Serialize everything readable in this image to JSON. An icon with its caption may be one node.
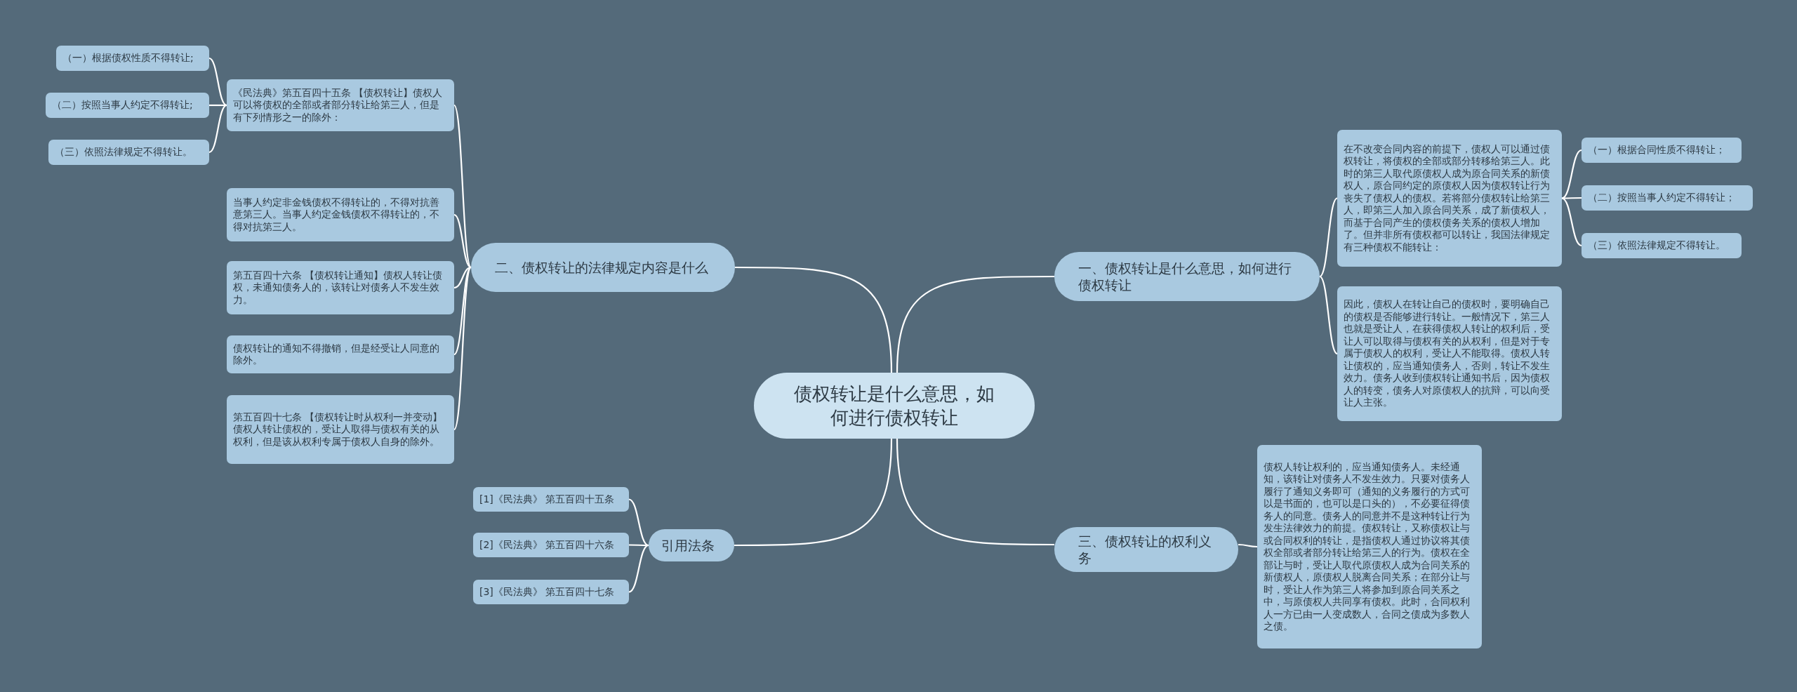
{
  "diagram": {
    "nodes": [
      {
        "text": [
          "债权转让是什么意思，如何进行债权转让"
        ]
      },
      {
        "text": [
          "一、债权转让是什么意思，如何进行债权转让"
        ]
      },
      {
        "text": [
          "在不改变合同内容的前提下，债权人可以通过债权转让，将债权的全部或部分转移给第三人。此时的第三人取代原债权人成为原合同关系的新债权人，原合同约定的原债权人因为债权转让行为丧失了债权人的债权。若将部分债权转让给第三人，即第三人加入原合同关系，成了新债权人，而基于合同产生的债权债务关系的债权人增加了。但并非所有债权都可以转让，我国法律规定有三种债权不能转让："
        ]
      },
      {
        "text": [
          "（一）根据合同性质不得转让；"
        ]
      },
      {
        "text": [
          "（二）按照当事人约定不得转让；"
        ]
      },
      {
        "text": [
          "（三）依照法律规定不得转让。"
        ]
      },
      {
        "text": [
          "因此，债权人在转让自己的债权时，要明确自己的债权是否能够进行转让。一般情况下，第三人也就是受让人，在获得债权人转让的权利后，受让人可以取得与债权有关的从权利，但是对于专属于债权人的权利，受让人不能取得。债权人转让债权的，应当通知债务人，否则，转让不发生效力。债务人收到债权转让通知书后，因为债权人的转变，债务人对原债权人的抗辩，可以向受让人主张。"
        ]
      },
      {
        "text": [
          "二、债权转让的法律规定内容是什么"
        ]
      },
      {
        "text": [
          "《民法典》第五百四十五条 【债权转让】债权人可以将债权的全部或者部分转让给第三人，但是有下列情形之一的除外："
        ]
      },
      {
        "text": [
          "（一）根据债权性质不得转让;"
        ]
      },
      {
        "text": [
          "（二）按照当事人约定不得转让;"
        ]
      },
      {
        "text": [
          "（三）依照法律规定不得转让。"
        ]
      },
      {
        "text": [
          "当事人约定非金钱债权不得转让的，不得对抗善意第三人。当事人约定金钱债权不得转让的，不得对抗第三人。"
        ]
      },
      {
        "text": [
          "第五百四十六条 【债权转让通知】债权人转让债权，未通知债务人的，该转让对债务人不发生效力。"
        ]
      },
      {
        "text": [
          "债权转让的通知不得撤销，但是经受让人同意的除外。"
        ]
      },
      {
        "text": [
          "第五百四十七条 【债权转让时从权利一并变动】债权人转让债权的，受让人取得与债权有关的从权利，但是该从权利专属于债权人自身的除外。"
        ]
      },
      {
        "text": [
          "引用法条"
        ]
      },
      {
        "text": [
          "[1]《民法典》 第五百四十五条"
        ]
      },
      {
        "text": [
          "[2]《民法典》 第五百四十六条"
        ]
      },
      {
        "text": [
          "[3]《民法典》 第五百四十七条"
        ]
      },
      {
        "text": [
          "三、债权转让的权利义务"
        ]
      },
      {
        "text": [
          "债权人转让权利的，应当通知债务人。未经通知，该转让对债务人不发生效力。只要对债务人履行了通知义务即可（通知的义务履行的方式可以是书面的，也可以是口头的），不必要征得债务人的同意。债务人的同意并不是这种转让行为发生法律效力的前提。债权转让，又称债权让与或合同权利的转让，是指债权人通过协议将其债权全部或者部分转让给第三人的行为。债权在全部让与时，受让人取代原债权人成为合同关系的新债权人，原债权人脱离合同关系；在部分让与时，受让人作为第三人将参加到原合同关系之中，与原债权人共同享有债权。此时，合同权利人一方已由一人变成数人，合同之债成为多数人之债。"
        ]
      }
    ],
    "edges": [
      {
        "from": 0,
        "to": 1,
        "arrow": "none"
      },
      {
        "from": 1,
        "to": 2,
        "arrow": "none"
      },
      {
        "from": 2,
        "to": 3,
        "arrow": "none"
      },
      {
        "from": 2,
        "to": 4,
        "arrow": "none"
      },
      {
        "from": 2,
        "to": 5,
        "arrow": "none"
      },
      {
        "from": 1,
        "to": 6,
        "arrow": "none"
      },
      {
        "from": 0,
        "to": 7,
        "arrow": "none"
      },
      {
        "from": 7,
        "to": 8,
        "arrow": "none"
      },
      {
        "from": 8,
        "to": 9,
        "arrow": "none"
      },
      {
        "from": 8,
        "to": 10,
        "arrow": "none"
      },
      {
        "from": 8,
        "to": 11,
        "arrow": "none"
      },
      {
        "from": 7,
        "to": 12,
        "arrow": "none"
      },
      {
        "from": 7,
        "to": 13,
        "arrow": "none"
      },
      {
        "from": 7,
        "to": 14,
        "arrow": "none"
      },
      {
        "from": 7,
        "to": 15,
        "arrow": "none"
      },
      {
        "from": 0,
        "to": 16,
        "arrow": "none"
      },
      {
        "from": 16,
        "to": 17,
        "arrow": "none"
      },
      {
        "from": 16,
        "to": 18,
        "arrow": "none"
      },
      {
        "from": 16,
        "to": 19,
        "arrow": "none"
      },
      {
        "from": 0,
        "to": 20,
        "arrow": "none"
      },
      {
        "from": 20,
        "to": 21,
        "arrow": "none"
      }
    ]
  }
}
